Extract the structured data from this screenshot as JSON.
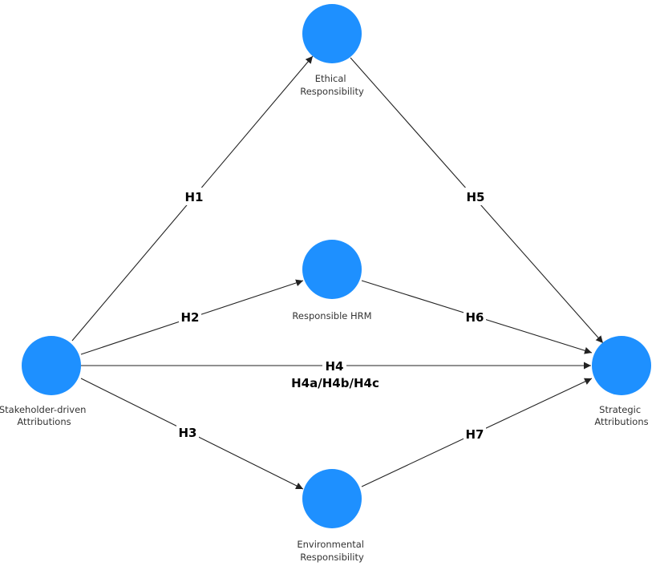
{
  "colors": {
    "node": "#1e90ff",
    "edge": "#222222"
  },
  "nodes": {
    "stakeholder": {
      "lines": [
        "Stakeholder-driven",
        "Attributions"
      ]
    },
    "ethical": {
      "lines": [
        "Ethical",
        "Responsibility"
      ]
    },
    "hrm": {
      "lines": [
        "Responsible HRM"
      ]
    },
    "environmental": {
      "lines": [
        "Environmental",
        "Responsibility"
      ]
    },
    "strategic": {
      "lines": [
        "Strategic",
        "Attributions"
      ]
    }
  },
  "edges": {
    "h1": {
      "label": "H1"
    },
    "h2": {
      "label": "H2"
    },
    "h3": {
      "label": "H3"
    },
    "h4": {
      "label": "H4",
      "sublabel": "H4a/H4b/H4c"
    },
    "h5": {
      "label": "H5"
    },
    "h6": {
      "label": "H6"
    },
    "h7": {
      "label": "H7"
    }
  }
}
